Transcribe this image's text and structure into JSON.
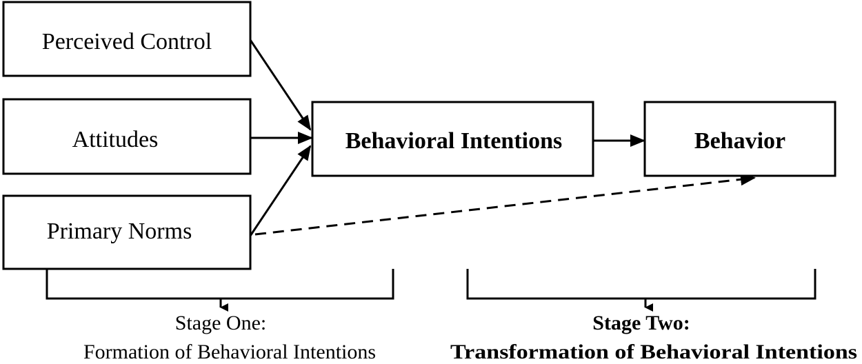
{
  "nodes": {
    "perceived_control": "Perceived Control",
    "attitudes": "Attitudes",
    "primary_norms": "Primary Norms",
    "behavioral_intentions": "Behavioral Intentions",
    "behavior": "Behavior"
  },
  "stages": {
    "one": {
      "title": "Stage One:",
      "subtitle": "Formation of Behavioral Intentions"
    },
    "two": {
      "title": "Stage Two:",
      "subtitle": "Transformation of Behavioral Intentions"
    }
  },
  "edges": [
    {
      "from": "perceived_control",
      "to": "behavioral_intentions",
      "style": "solid"
    },
    {
      "from": "attitudes",
      "to": "behavioral_intentions",
      "style": "solid"
    },
    {
      "from": "primary_norms",
      "to": "behavioral_intentions",
      "style": "solid"
    },
    {
      "from": "behavioral_intentions",
      "to": "behavior",
      "style": "solid"
    },
    {
      "from": "primary_norms",
      "to": "behavior",
      "style": "dashed"
    }
  ]
}
